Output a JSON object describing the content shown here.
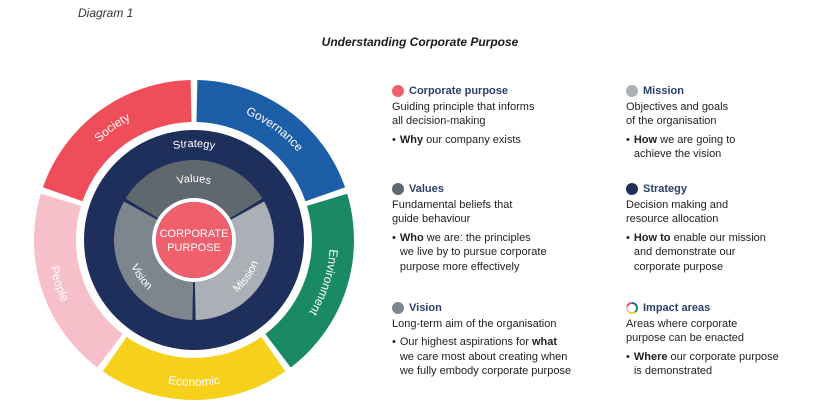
{
  "diagram_label": "Diagram 1",
  "title": "Understanding Corporate Purpose",
  "wheel": {
    "center": "CORPORATE PURPOSE",
    "center_line1": "CORPORATE",
    "center_line2": "PURPOSE",
    "inner": [
      "Values",
      "Mission",
      "Vision"
    ],
    "middle": "Strategy",
    "outer": [
      {
        "label": "Society",
        "color": "#ef4d5a"
      },
      {
        "label": "Governance",
        "color": "#1d5ea8"
      },
      {
        "label": "Environment",
        "color": "#1a8a63"
      },
      {
        "label": "Economic",
        "color": "#f7d01c"
      },
      {
        "label": "People",
        "color": "#f6bfc9"
      }
    ],
    "colors": {
      "center": "#ef5f6c",
      "values": "#5f676f",
      "mission": "#aab0b6",
      "vision": "#7d858d",
      "strategy": "#1f2f5c"
    }
  },
  "legend": {
    "corporate_purpose": {
      "title": "Corporate purpose",
      "color": "#ef5f6c",
      "line1": "Guiding principle that informs",
      "line2": "all decision-making",
      "bold": "Why",
      "rest": " our company exists"
    },
    "mission": {
      "title": "Mission",
      "color": "#aab0b6",
      "line1": "Objectives and goals",
      "line2": "of the organisation",
      "bold": "How",
      "rest1": " we are going to",
      "rest2": "achieve the vision"
    },
    "values": {
      "title": "Values",
      "color": "#5f676f",
      "line1": "Fundamental beliefs that",
      "line2": "guide behaviour",
      "bold": "Who",
      "rest1": " we are: the principles",
      "rest2": "we live by to pursue corporate",
      "rest3": "purpose more effectively"
    },
    "strategy": {
      "title": "Strategy",
      "color": "#1f2f5c",
      "line1": "Decision making and",
      "line2": "resource allocation",
      "bold": "How to",
      "rest1": " enable our mission",
      "rest2": "and demonstrate our",
      "rest3": "corporate purpose"
    },
    "vision": {
      "title": "Vision",
      "color": "#7d858d",
      "line1": "Long-term aim of the organisation",
      "pre": "Our highest aspirations for ",
      "bold": "what",
      "rest2": "we care most about creating when",
      "rest3": "we fully embody corporate purpose"
    },
    "impact": {
      "title": "Impact areas",
      "line1": "Areas where corporate",
      "line2": "purpose can be enacted",
      "bold": "Where",
      "rest1": " our corporate purpose",
      "rest2": "is demonstrated"
    }
  }
}
